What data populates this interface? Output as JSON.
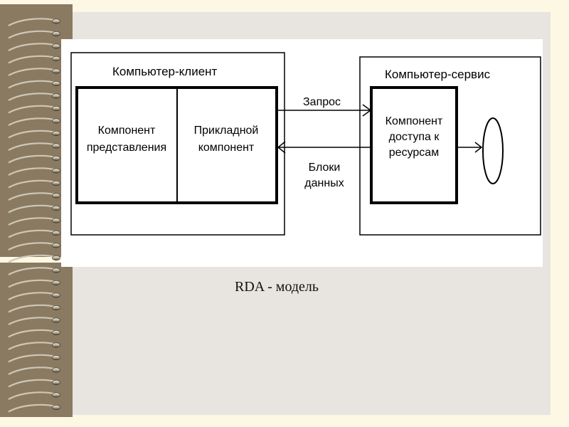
{
  "diagram": {
    "client_title": "Компьютер-клиент",
    "server_title": "Компьютер-сервис",
    "presentation_component": [
      "Компонент",
      "представления"
    ],
    "application_component": [
      "Прикладной",
      "компонент"
    ],
    "resource_access_component": [
      "Компонент",
      "доступа к",
      "ресурсам"
    ],
    "request_label": "Запрос",
    "data_blocks_label": [
      "Блоки",
      "данных"
    ]
  },
  "caption": "RDA - модель",
  "colors": {
    "slide_background": "#e8e4df",
    "page_background": "#fdf8e4",
    "binder": "#8a7a62",
    "line": "#000000"
  },
  "icons": [
    "spiral-binding-icon",
    "resource-ellipse-icon"
  ]
}
